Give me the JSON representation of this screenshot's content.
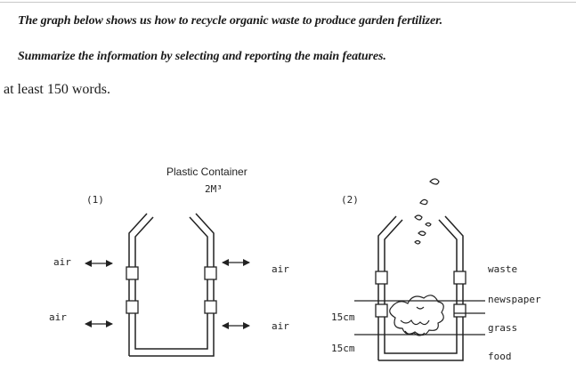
{
  "task": {
    "line1": "The graph below shows us how to recycle organic waste to produce garden fertilizer.",
    "line2": "Summarize the information by selecting and reporting the main features.",
    "requirement": "at least 150 words."
  },
  "diagram": {
    "container_title": "Plastic Container",
    "container_size": "2M³",
    "panel1": {
      "number": "(1)",
      "air_labels": [
        "air",
        "air",
        "air",
        "air"
      ]
    },
    "panel2": {
      "number": "(2)",
      "depth_labels": [
        "15cm",
        "15cm"
      ],
      "layer_labels": [
        "waste",
        "newspaper",
        "grass",
        "food"
      ]
    }
  }
}
